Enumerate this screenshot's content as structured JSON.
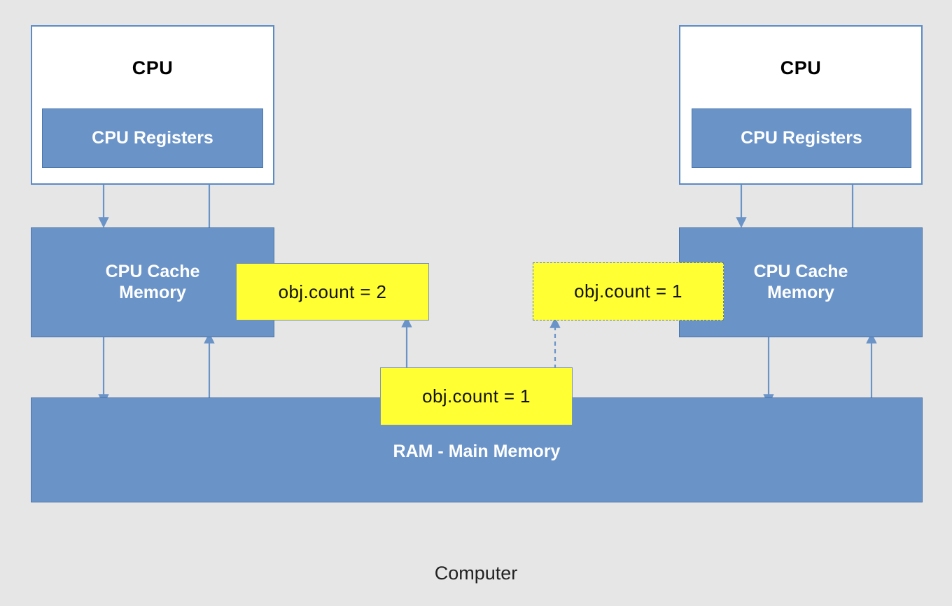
{
  "diagram": {
    "caption": "Computer",
    "colors": {
      "background": "#e6e6e6",
      "block_fill": "#6a93c8",
      "block_border": "#4a76ab",
      "callout_fill": "#ffff33",
      "connector": "#6a93c8",
      "cpu_shell_border": "#5b8bc4",
      "cpu_shell_fill": "#ffffff"
    },
    "cpus": [
      {
        "id": "cpu-left",
        "title": "CPU",
        "registers_label": "CPU Registers",
        "cache_label_line1": "CPU Cache",
        "cache_label_line2": "Memory"
      },
      {
        "id": "cpu-right",
        "title": "CPU",
        "registers_label": "CPU Registers",
        "cache_label_line1": "CPU Cache",
        "cache_label_line2": "Memory"
      }
    ],
    "ram": {
      "label": "RAM - Main Memory"
    },
    "callouts": [
      {
        "id": "callout-left-cache",
        "text": "obj.count = 2",
        "border_style": "solid"
      },
      {
        "id": "callout-right-cache",
        "text": "obj.count = 1",
        "border_style": "dashed"
      },
      {
        "id": "callout-ram",
        "text": "obj.count = 1",
        "border_style": "solid"
      }
    ]
  }
}
